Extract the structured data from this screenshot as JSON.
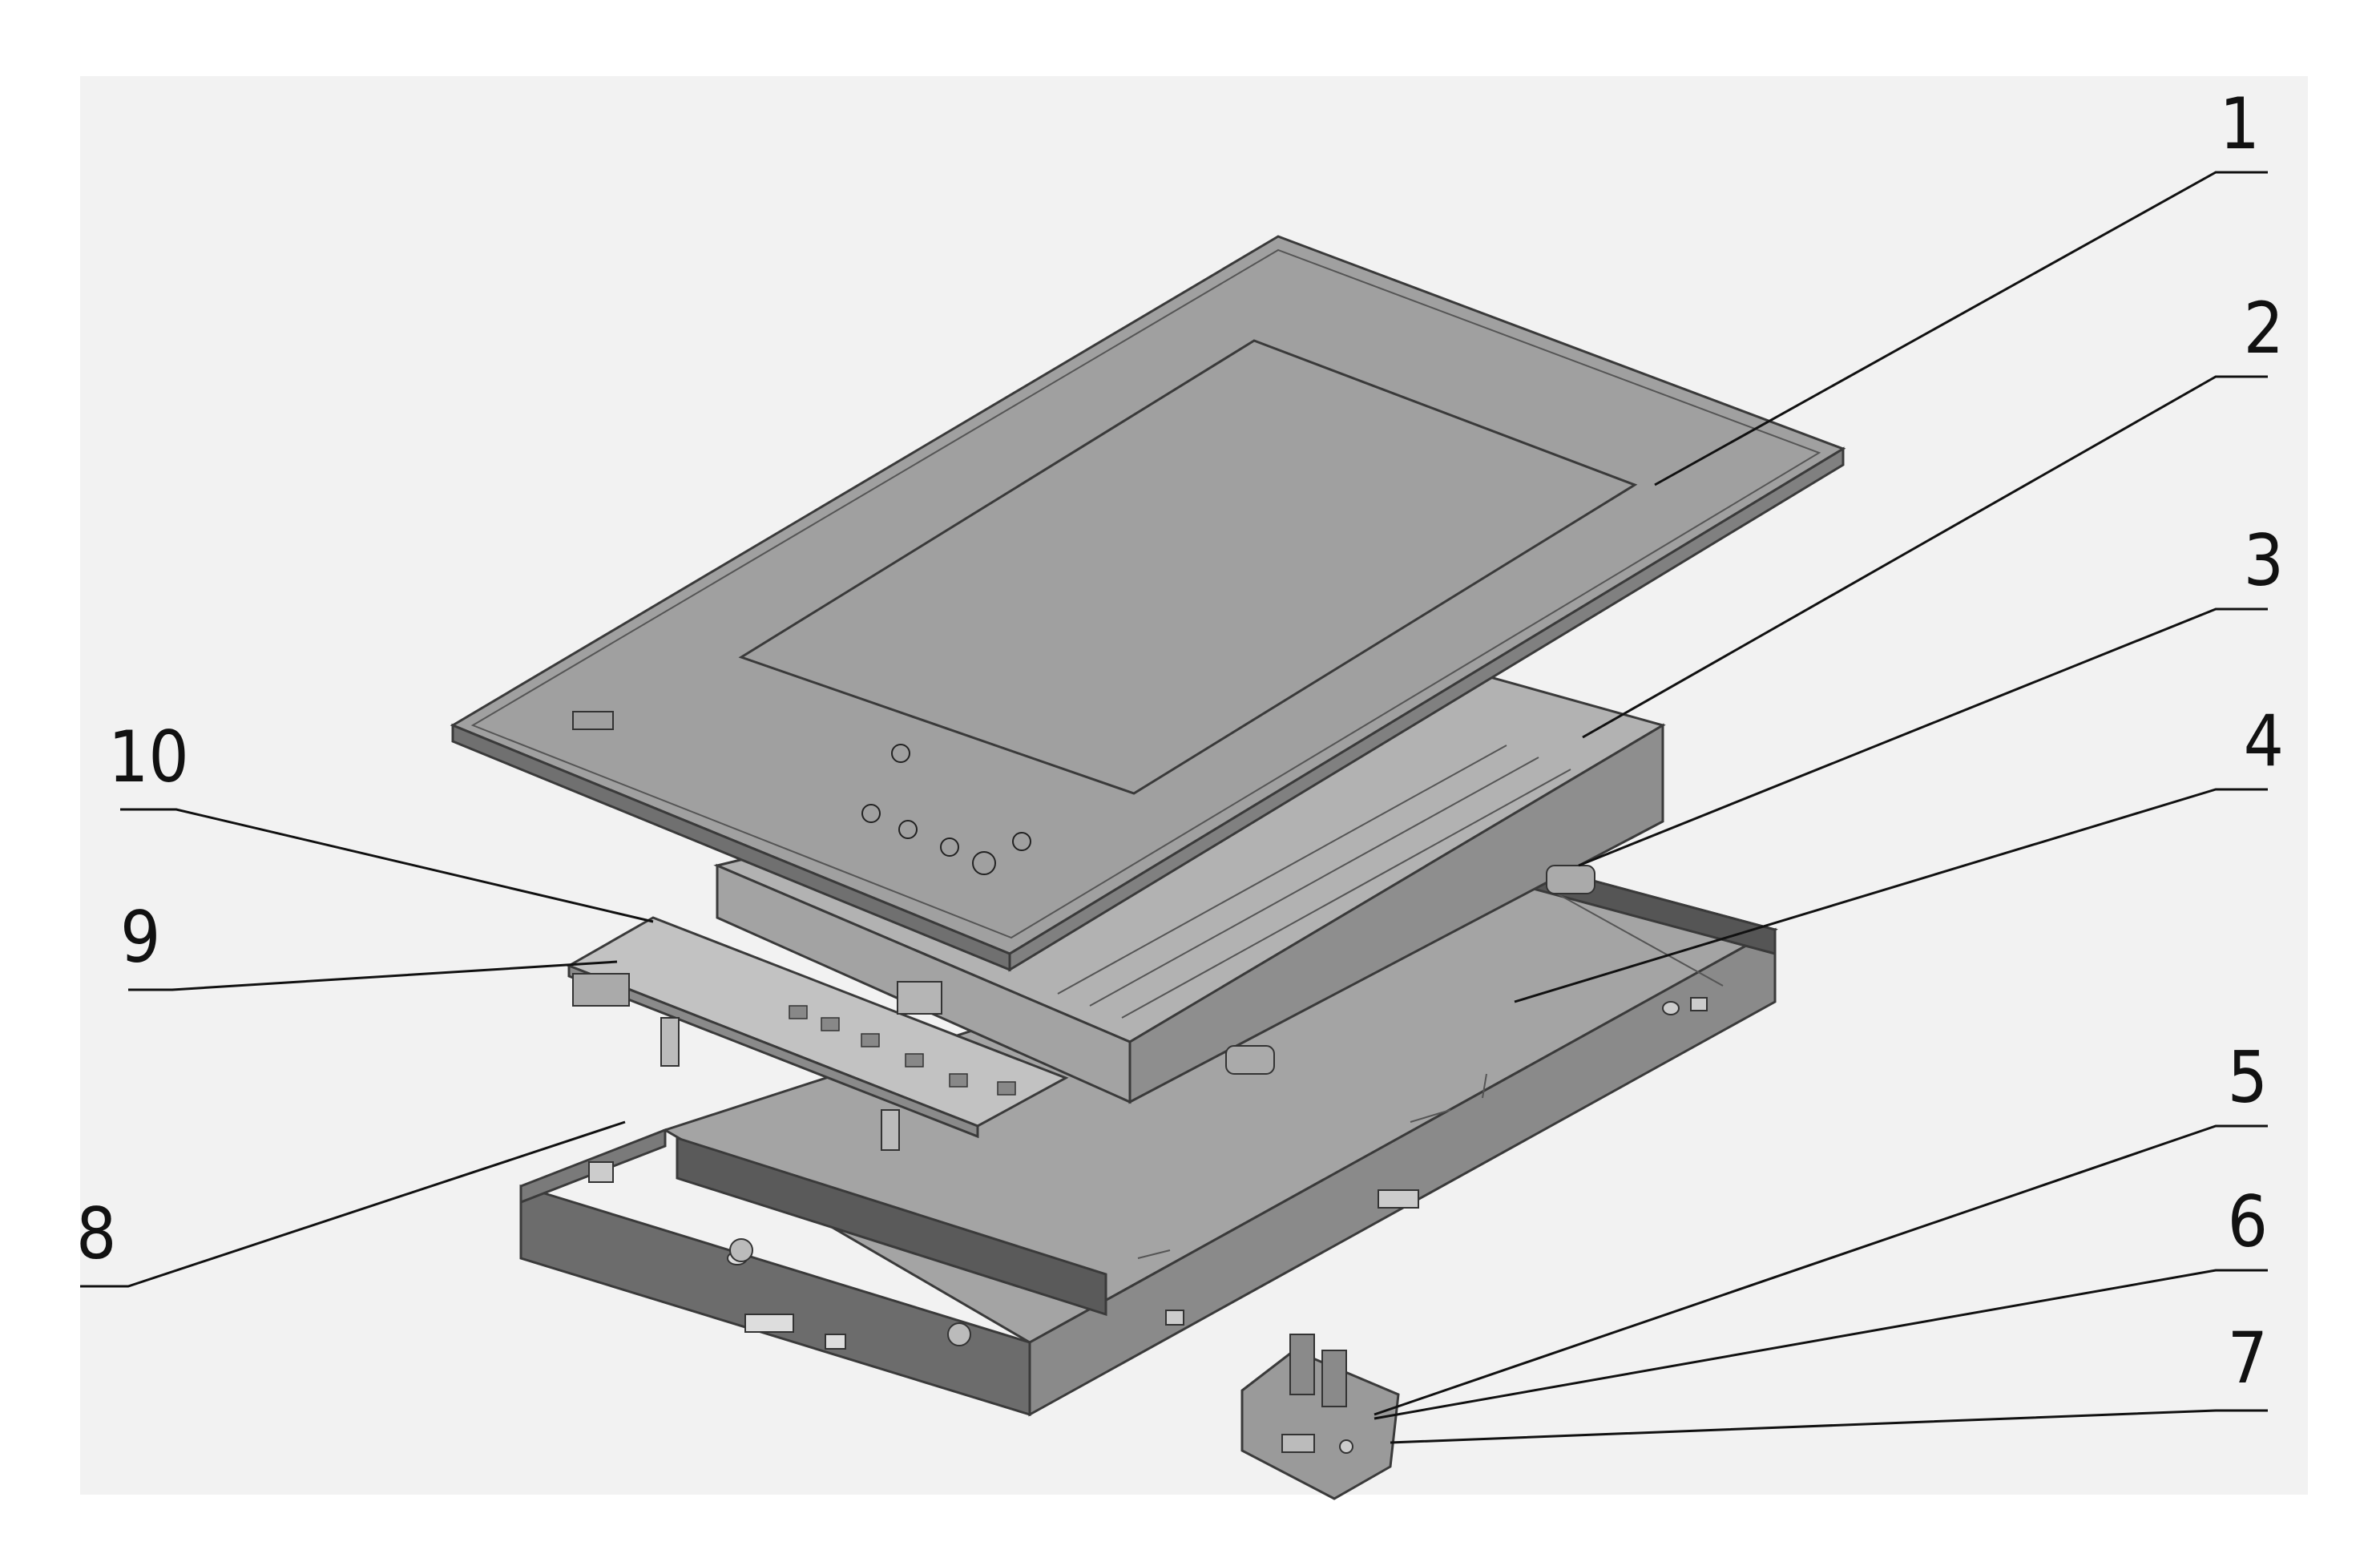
{
  "callouts": [
    {
      "number": "1"
    },
    {
      "number": "2"
    },
    {
      "number": "3"
    },
    {
      "number": "4"
    },
    {
      "number": "5"
    },
    {
      "number": "6"
    },
    {
      "number": "7"
    },
    {
      "number": "8"
    },
    {
      "number": "9"
    },
    {
      "number": "10"
    }
  ],
  "colors": {
    "background_panel": "#f2f2f2",
    "part_light": "#ababab",
    "part_mid": "#9a9a9a",
    "part_dark": "#6c6c6c",
    "line": "#111111"
  }
}
